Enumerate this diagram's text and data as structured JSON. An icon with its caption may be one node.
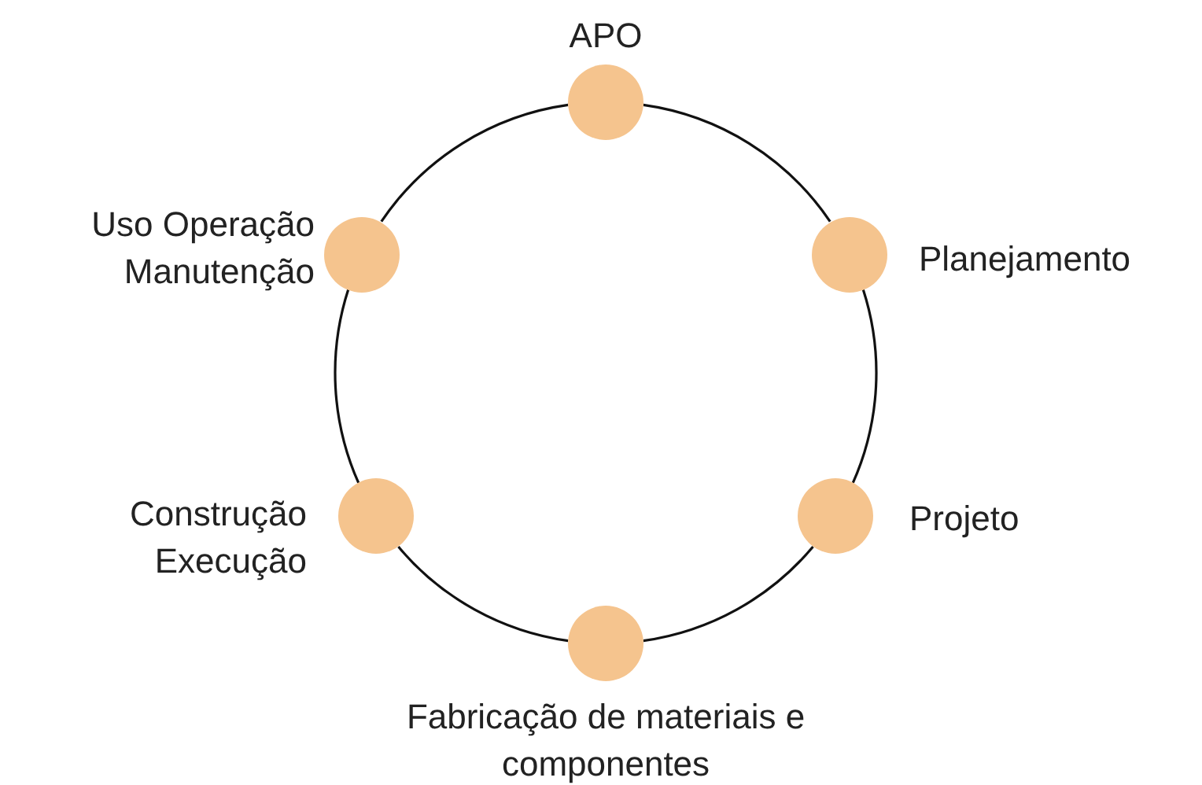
{
  "diagram": {
    "nodes": [
      {
        "text": [],
        "shape": "circle",
        "beside": [
          "APO"
        ]
      },
      {
        "text": [],
        "shape": "circle",
        "beside": [
          "Planejamento"
        ]
      },
      {
        "text": [],
        "shape": "circle",
        "beside": [
          "Projeto"
        ]
      },
      {
        "text": [],
        "shape": "circle",
        "beside": [
          "Fabricação de materiais e componentes"
        ]
      },
      {
        "text": [],
        "shape": "circle",
        "beside": [
          "Construção Execução"
        ]
      },
      {
        "text": [],
        "shape": "circle",
        "beside": [
          "Uso Operação Manutenção"
        ]
      }
    ],
    "edges": [
      {
        "from": 0,
        "to": 1,
        "arrow": "none"
      },
      {
        "from": 1,
        "to": 2,
        "arrow": "none"
      },
      {
        "from": 2,
        "to": 3,
        "arrow": "none"
      },
      {
        "from": 3,
        "to": 4,
        "arrow": "none"
      },
      {
        "from": 4,
        "to": 5,
        "arrow": "none"
      },
      {
        "from": 5,
        "to": 0,
        "arrow": "none"
      }
    ]
  }
}
